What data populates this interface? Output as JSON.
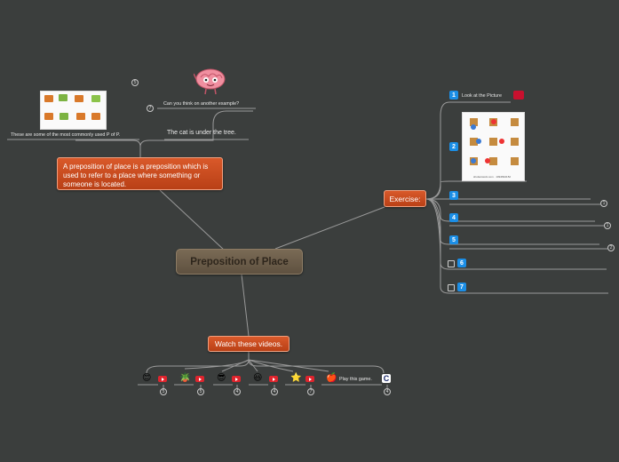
{
  "central": {
    "title": "Preposition of Place"
  },
  "definition": {
    "text": "A preposition of place is a preposition which is used to refer to a place where something or someone is located."
  },
  "images_caption": "These are some of the most commonly used P of P.",
  "example": {
    "question": "Can you think on another example?",
    "answer": "The cat is under the tree.",
    "count_a": "5",
    "count_b": "7"
  },
  "exercise": {
    "label": "Exercise:",
    "items": [
      {
        "num": "1",
        "text": "Look at the Picture"
      },
      {
        "num": "2",
        "text": ""
      },
      {
        "num": "3",
        "text": "",
        "count": "1"
      },
      {
        "num": "4",
        "text": "",
        "count": "1"
      },
      {
        "num": "5",
        "text": "",
        "count": "2"
      },
      {
        "num": "6",
        "text": ""
      },
      {
        "num": "7",
        "text": ""
      }
    ],
    "picture_caption": "shutterstock.com · 1094694152"
  },
  "videos": {
    "label": "Watch these videos.",
    "items": [
      {
        "icon": "smiley-icon",
        "count": "5"
      },
      {
        "icon": "plant-pot-icon",
        "count": "5"
      },
      {
        "icon": "sunglasses-face-icon",
        "count": "4"
      },
      {
        "icon": "grin-icon",
        "count": "4"
      },
      {
        "icon": "star-icon",
        "count": "7"
      }
    ],
    "game": {
      "text": "Play this game.",
      "count": "4"
    }
  },
  "colors": {
    "background": "#3b3e3d",
    "node": "#c9471b",
    "central": "#6b5c48",
    "badge": "#1b8ee6"
  }
}
